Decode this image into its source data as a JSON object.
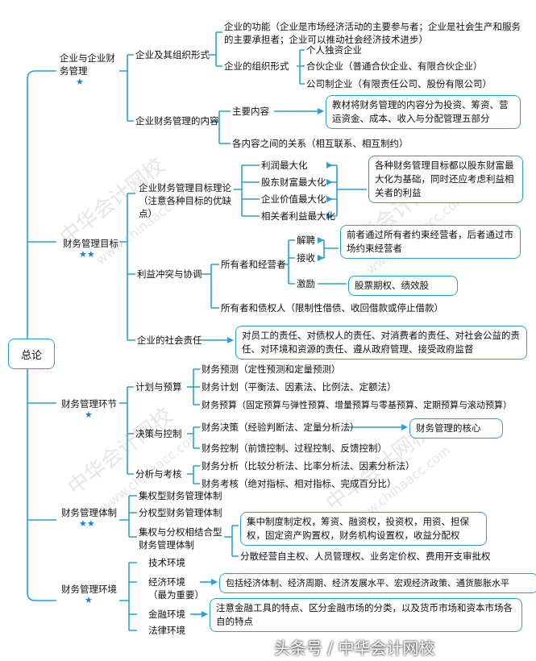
{
  "root": "总论",
  "branches": {
    "b1": {
      "title": "企业与企业财务管理",
      "stars": "★",
      "s1": "企业及其组织形式",
      "s1a": "企业的功能（企业是市场经济活动的主要参与者；企业是社会生产和服务的主要承担者；企业可以推动社会经济技术进步）",
      "s1b": "企业的组织形式",
      "s1b1": "个人独资企业",
      "s1b2": "合伙企业（普通合伙企业、有限合伙企业）",
      "s1b3": "公司制企业（有限责任公司、股份有限公司）",
      "s2": "企业财务管理的内容",
      "s2a": "主要内容",
      "s2a_box": "教材将财务管理的内容分为投资、筹资、营运资金、成本、收入与分配管理五部分",
      "s2b": "各内容之间的关系（相互联系、相互制约）"
    },
    "b2": {
      "title": "财务管理目标",
      "stars": "★★",
      "s1": "企业财务管理目标理论（注意各种目标的优缺点）",
      "g1": "利润最大化",
      "g2": "股东财富最大化",
      "g3": "企业价值最大化",
      "g4": "相关者利益最大化",
      "g_box": "各种财务管理目标都以股东财富最大化为基础，同时还应考虑利益相关者的利益",
      "s2": "利益冲突与协调",
      "s2a": "所有者和经营者",
      "m1": "解聘",
      "m2": "接收",
      "m3": "激励",
      "m_box": "前者通过所有者约束经营者，后者通过市场约束经营者",
      "m3_box": "股票期权、绩效股",
      "s2b": "所有者和债权人（限制性借债、收回借款或停止借款）",
      "s3": "企业的社会责任",
      "s3_box": "对员工的责任、对债权人的责任、对消费者的责任、对社会公益的责任、对环境和资源的责任、遵从政府管理、接受政府监督"
    },
    "b3": {
      "title": "财务管理环节",
      "stars": "★",
      "s1": "计划与预算",
      "s1a": "财务预测（定性预测和定量预测）",
      "s1b": "财务计划（平衡法、因素法、比例法、定额法）",
      "s1c": "财务预算（固定预算与弹性预算、增量预算与零基预算、定期预算与滚动预算）",
      "s2": "决策与控制",
      "s2a": "财务决策（经验判断法、定量分析法）",
      "s2a_box": "财务管理的核心",
      "s2b": "财务控制（前馈控制、过程控制、反馈控制）",
      "s3": "分析与考核",
      "s3a": "财务分析（比较分析法、比率分析法、因素分析法）",
      "s3b": "财务考核（绝对指标、相对指标、完成百分比）"
    },
    "b4": {
      "title": "财务管理体制",
      "stars": "★★",
      "s1": "集权型财务管理体制",
      "s2": "分权型财务管理体制",
      "s3": "集权与分权相结合型财务管理体制",
      "s3_box": "集中制度制定权，筹资、融资权，投资权，用资、担保权，固定资产购置权，财务机构设置权，收益分配权",
      "s3b": "分散经营自主权、人员管理权、业务定价权、费用开支审批权"
    },
    "b5": {
      "title": "财务管理环境",
      "stars": "★",
      "s1": "技术环境",
      "s2": "经济环境（最为重要）",
      "s2_box": "包括经济体制、经济周期、经济发展水平、宏观经济政策、通货膨胀水平",
      "s3": "金融环境",
      "s3_box": "注意金融工具的特点、区分金融市场的分类，以及货币市场和资本市场各自的特点",
      "s4": "法律环境"
    }
  },
  "watermarks": {
    "cn": "中华会计网校",
    "en": "www.chinaacc.com"
  },
  "footer": "头条号 / 中华会计网校",
  "colors": {
    "line": "#2a9fd6",
    "star": "#1a7fd0"
  }
}
